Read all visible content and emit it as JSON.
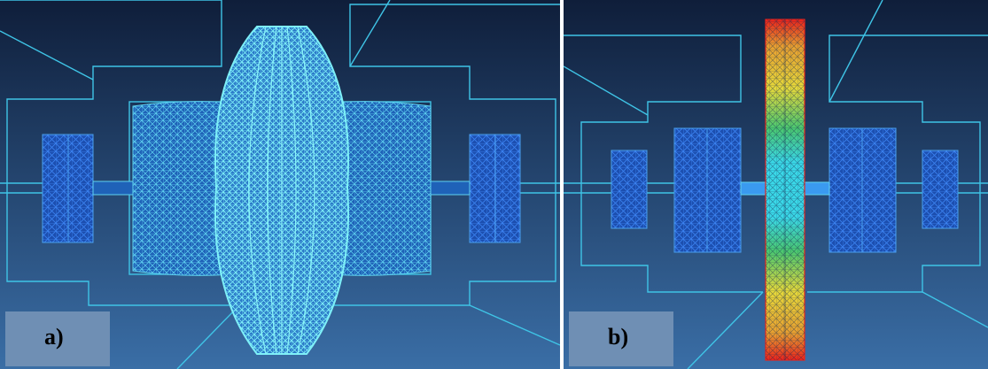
{
  "panels": [
    {
      "label": "a)",
      "name": "deformed-mesh"
    },
    {
      "label": "b)",
      "name": "stress-mesh"
    }
  ],
  "colors": {
    "background_top": "#0f1e3a",
    "background_bottom": "#2f5a8c",
    "outline": "#3fc4e6",
    "mesh_blue": "#2a6fe0",
    "mesh_cyan": "#5fe8f5",
    "stress_high": "#e8231c",
    "stress_mid": "#e6d83a",
    "stress_low": "#3ad8e8"
  }
}
